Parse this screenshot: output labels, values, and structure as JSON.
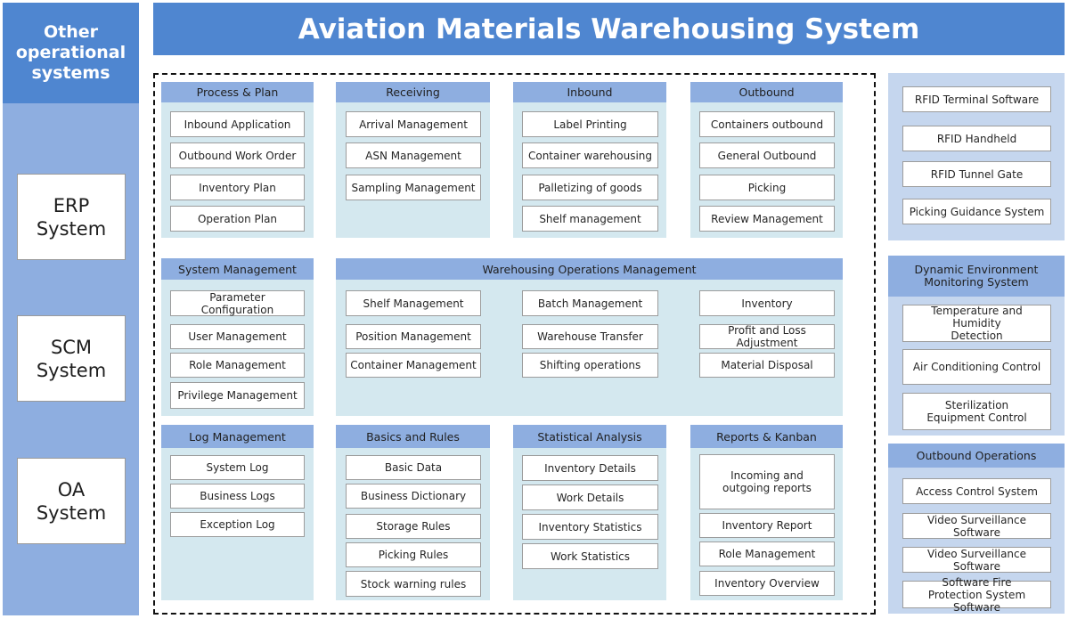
{
  "colors": {
    "primary": "#4f86d0",
    "secondary": "#8eaee0",
    "panel_bg": "#d4e8ef",
    "right_panel_bg": "#c5d6ee"
  },
  "left": {
    "title": "Other operational systems",
    "systems": [
      "ERP System",
      "SCM System",
      "OA System"
    ]
  },
  "banner": {
    "title": "Aviation Materials Warehousing System"
  },
  "panels": {
    "process_plan": {
      "title": "Process & Plan",
      "items": [
        "Inbound  Application",
        "Outbound Work Order",
        "Inventory Plan",
        "Operation Plan"
      ]
    },
    "receiving": {
      "title": "Receiving",
      "items": [
        "Arrival Management",
        "ASN Management",
        "Sampling Management"
      ]
    },
    "inbound": {
      "title": "Inbound",
      "items": [
        "Label Printing",
        "Container warehousing",
        "Palletizing of goods",
        "Shelf management"
      ]
    },
    "outbound": {
      "title": "Outbound",
      "items": [
        "Containers outbound",
        "General Outbound",
        "Picking",
        "Review Management"
      ]
    },
    "system_mgmt": {
      "title": "System Management",
      "items": [
        "Parameter Configuration",
        "User Management",
        "Role Management",
        "Privilege Management"
      ]
    },
    "warehousing_ops": {
      "title": "Warehousing  Operations Management",
      "items": [
        "Shelf Management",
        "Position Management",
        "Container Management",
        "Batch Management",
        "Warehouse Transfer",
        "Shifting operations",
        "Inventory",
        "Profit and Loss Adjustment",
        "Material Disposal"
      ]
    },
    "log_mgmt": {
      "title": "Log Management",
      "items": [
        "System Log",
        "Business Logs",
        "Exception Log"
      ]
    },
    "basics_rules": {
      "title": "Basics and Rules",
      "items": [
        "Basic Data",
        "Business Dictionary",
        "Storage Rules",
        "Picking Rules",
        "Stock warning rules"
      ]
    },
    "stats": {
      "title": "Statistical Analysis",
      "items": [
        "Inventory Details",
        "Work Details",
        "Inventory  Statistics",
        "Work Statistics"
      ]
    },
    "reports": {
      "title": "Reports & Kanban",
      "items": [
        "Incoming and outgoing reports",
        "Inventory Report",
        "Role Management",
        "Inventory Overview"
      ]
    }
  },
  "right": {
    "rfid": {
      "items": [
        "RFID Terminal Software",
        "RFID Handheld",
        "RFID  Tunnel Gate",
        "Picking Guidance System"
      ]
    },
    "env": {
      "title": "Dynamic Environment Monitoring System",
      "items": [
        "Temperature and Humidity Detection",
        "Air Conditioning Control",
        "Sterilization Equipment Control"
      ]
    },
    "outbound_ops": {
      "title": "Outbound Operations",
      "items": [
        "Access Control System",
        "Video Surveillance Software",
        "Video Surveillance Software",
        "Software Fire Protection System Software"
      ]
    }
  }
}
